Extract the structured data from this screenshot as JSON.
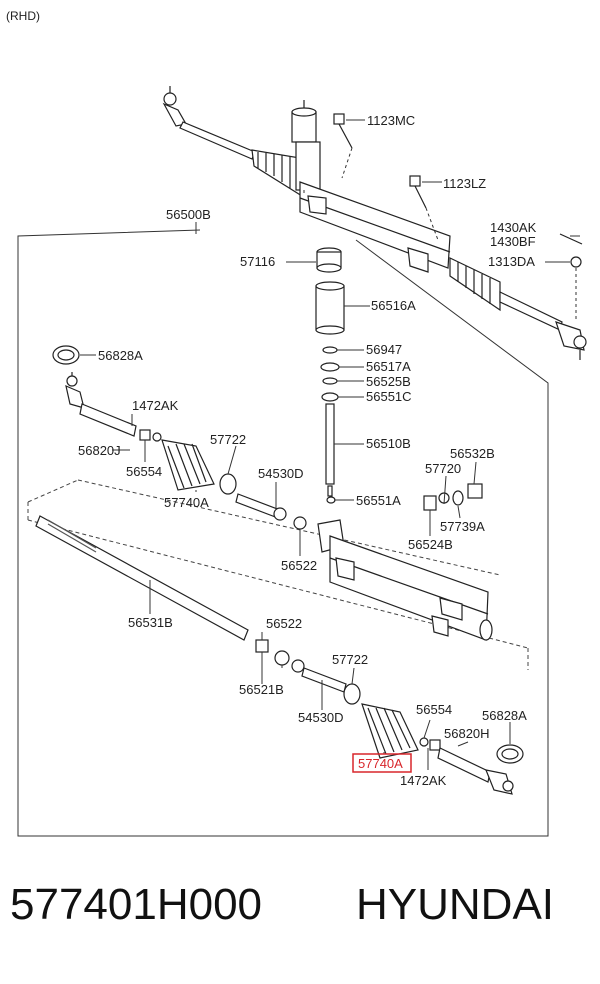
{
  "header": {
    "variant": "(RHD)"
  },
  "labels": {
    "l1123MC": "1123MC",
    "l1123LZ": "1123LZ",
    "l1430AK": "1430AK",
    "l1430BF": "1430BF",
    "l1313DA": "1313DA",
    "l56500B": "56500B",
    "l57116": "57116",
    "l56516A": "56516A",
    "l56828A_left": "56828A",
    "l56947": "56947",
    "l56517A": "56517A",
    "l56525B": "56525B",
    "l56551C": "56551C",
    "l1472AK_left": "1472AK",
    "l56510B": "56510B",
    "l56820J": "56820J",
    "l56554_left": "56554",
    "l57722_left": "57722",
    "l56532B": "56532B",
    "l57720": "57720",
    "l57740A_left": "57740A",
    "l54530D_left": "54530D",
    "l56551A": "56551A",
    "l57739A": "57739A",
    "l56524B": "56524B",
    "l56522_left": "56522",
    "l56531B": "56531B",
    "l56522_right": "56522",
    "l57722_right": "57722",
    "l56521B": "56521B",
    "l54530D_right": "54530D",
    "l56554_right": "56554",
    "l56828A_right": "56828A",
    "l56820H": "56820H",
    "l57740A_right": "57740A",
    "l1472AK_right": "1472AK"
  },
  "highlight": {
    "color": "#d8262b",
    "part": "57740A"
  },
  "footer": {
    "part_number": "577401H000",
    "brand": "HYUNDAI"
  }
}
